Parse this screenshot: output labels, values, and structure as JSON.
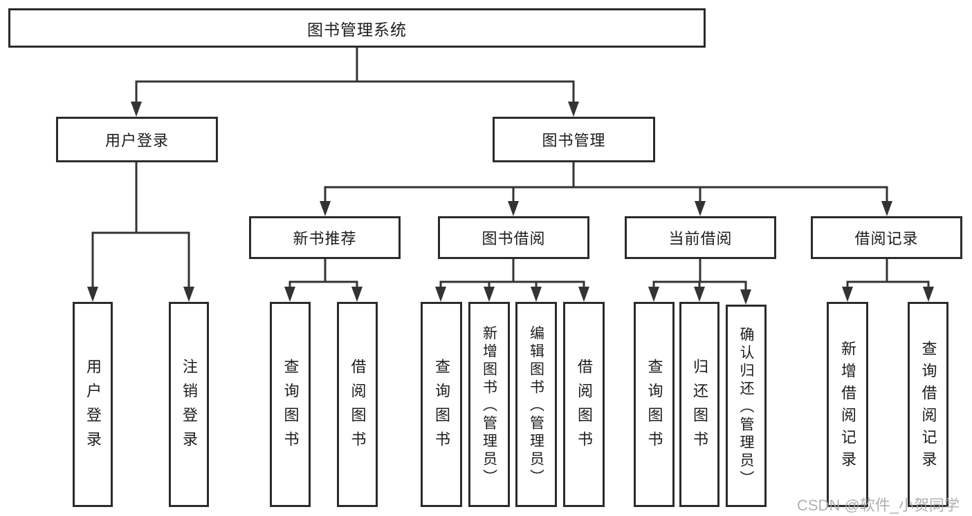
{
  "colors": {
    "connector": "#333333",
    "box_border": "#2b2b2b",
    "box_fill": "#ffffff",
    "label_text": "#1c1c1c",
    "watermark": "#a8a8a8",
    "background": "#ffffff"
  },
  "tree": {
    "root": {
      "label": "图书管理系统"
    },
    "branches": [
      {
        "label": "用户登录",
        "children": [
          {
            "label": "用户登录"
          },
          {
            "label": "注销登录"
          }
        ]
      },
      {
        "label": "图书管理",
        "children": [
          {
            "label": "新书推荐",
            "children": [
              {
                "label": "查询图书"
              },
              {
                "label": "借阅图书"
              }
            ]
          },
          {
            "label": "图书借阅",
            "children": [
              {
                "label": "查询图书"
              },
              {
                "label": "新增图书（管理员）"
              },
              {
                "label": "编辑图书（管理员）"
              },
              {
                "label": "借阅图书"
              }
            ]
          },
          {
            "label": "当前借阅",
            "children": [
              {
                "label": "查询图书"
              },
              {
                "label": "归还图书"
              },
              {
                "label": "确认归还（管理员）"
              }
            ]
          },
          {
            "label": "借阅记录",
            "children": [
              {
                "label": "新增借阅记录"
              },
              {
                "label": "查询借阅记录"
              }
            ]
          }
        ]
      }
    ]
  },
  "watermark": {
    "text": "CSDN @软件_小贺同学"
  }
}
